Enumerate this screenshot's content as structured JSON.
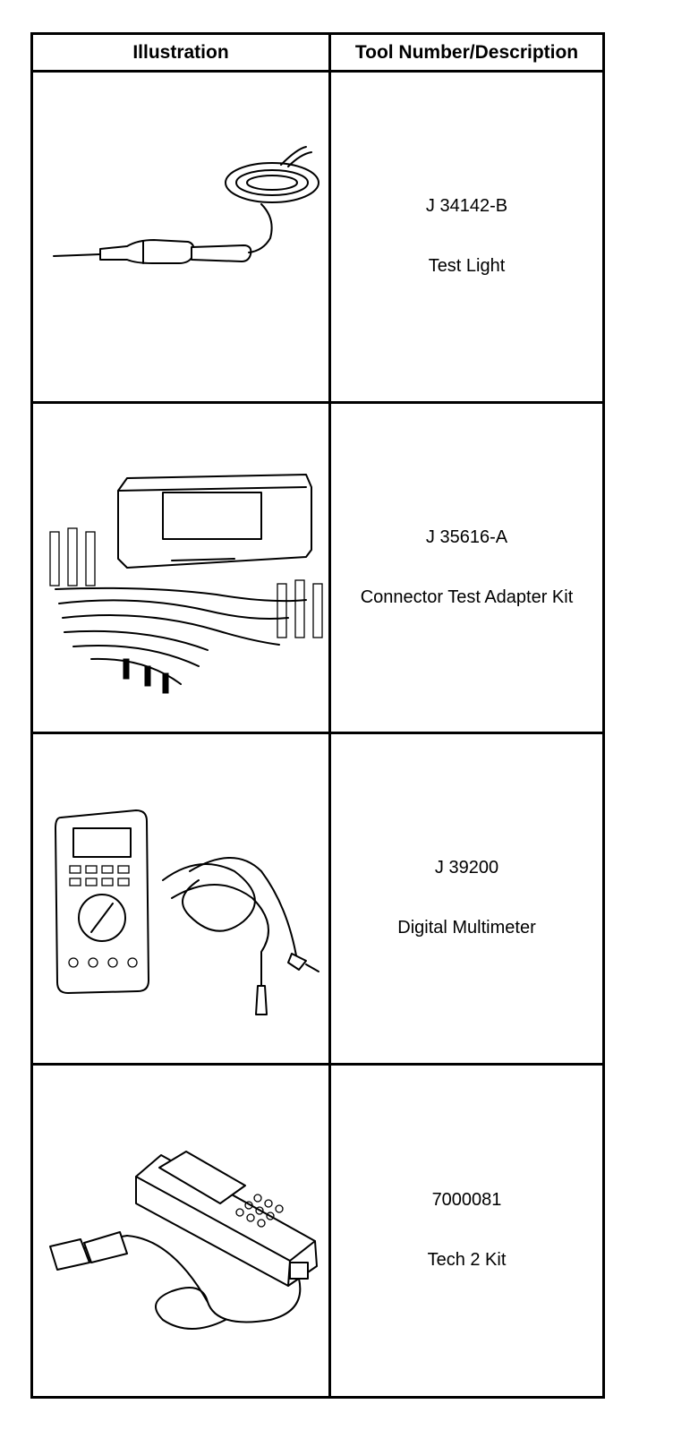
{
  "table": {
    "headers": {
      "illustration": "Illustration",
      "tool": "Tool Number/Description"
    },
    "rows": [
      {
        "tool_number": "J 34142-B",
        "description": "Test Light",
        "icon": "test-light-illustration"
      },
      {
        "tool_number": "J 35616-A",
        "description": "Connector Test Adapter Kit",
        "icon": "connector-test-adapter-kit-illustration"
      },
      {
        "tool_number": "J 39200",
        "description": "Digital Multimeter",
        "icon": "digital-multimeter-illustration"
      },
      {
        "tool_number": "7000081",
        "description": "Tech 2 Kit",
        "icon": "tech-2-kit-illustration"
      }
    ]
  }
}
